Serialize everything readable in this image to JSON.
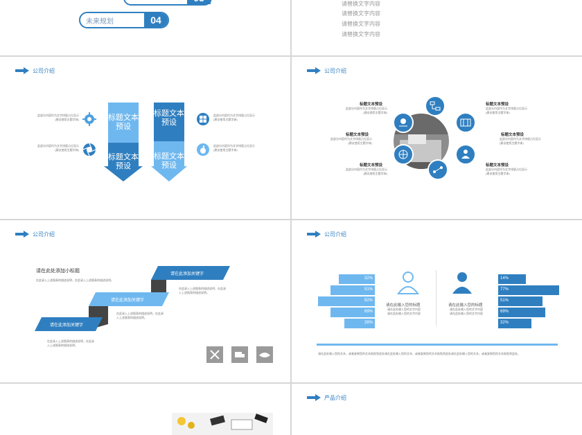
{
  "slide1": {
    "pill_top_num": "03",
    "pill_label": "未来规划",
    "pill_num": "04",
    "lines": [
      "请替换文字内容",
      "请替换文字内容",
      "请替换文字内容",
      "请替换文字内容"
    ]
  },
  "section_title": "公司介绍",
  "product_title": "产品介绍",
  "slide3": {
    "arrow1_top": "标题文本预设",
    "arrow1_bottom": "标题文本预设",
    "arrow2_top": "标题文本预设",
    "arrow2_bottom": "标题文本预设",
    "desc_line1": "此部分内容作为文字排版占位显示",
    "desc_line2": "(建议使用主题字体)"
  },
  "slide4": {
    "label": "标题文本预设",
    "desc_line1": "此部分内容作为文字排版占位显示",
    "desc_line2": "(建议使用主题字体)"
  },
  "slide5": {
    "subtitle": "请在此处添加小标题",
    "keyword": "请在此添加关键字",
    "body_text": "在此录入上述图表的描述说明，在此录入上述图表的描述说明。",
    "icons": [
      "tools-icon",
      "truck-icon",
      "handshake-icon"
    ]
  },
  "slide6": {
    "left_values": [
      "32%",
      "51%",
      "82%",
      "69%",
      "28%"
    ],
    "right_values": [
      "14%",
      "77%",
      "51%",
      "69%",
      "32%"
    ],
    "male_label": "请在此输入您的标题",
    "female_label": "请在此输入您的标题",
    "figure_desc": "请在此处输入您的文字内容",
    "footer_text": "请在此处输入您的文本，或者复制您的文本粘贴到此处请在此处输入您的文本，或者复制您的文本粘贴到此处请在此处输入您的文本，或者复制您的文本粘贴到此处。"
  },
  "colors": {
    "primary": "#2f7fc0",
    "light": "#6fb8ef",
    "mid": "#4ea1e0",
    "gray": "#9a9a9a"
  }
}
